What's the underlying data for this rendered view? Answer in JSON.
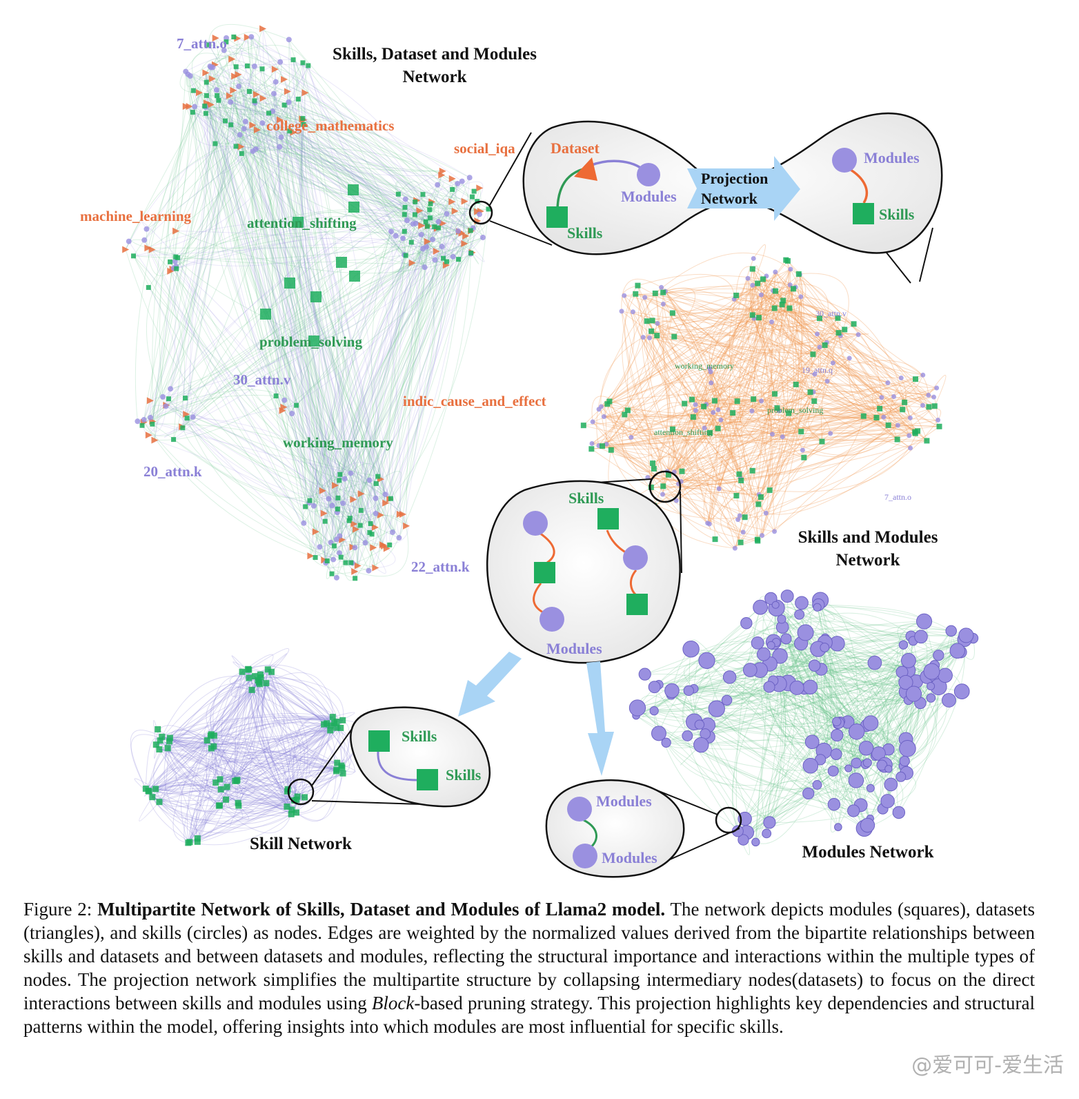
{
  "figure": {
    "main_network": {
      "title_line1": "Skills, Dataset and Modules",
      "title_line2": "Network",
      "dataset_labels": [
        "college_mathematics",
        "social_iqa",
        "machine_learning",
        "indic_cause_and_effect"
      ],
      "skill_labels": [
        "attention_shifting",
        "problem_solving",
        "working_memory"
      ],
      "module_labels": [
        "7_attn.o",
        "30_attn.v",
        "20_attn.k",
        "22_attn.k"
      ]
    },
    "projection_inset": {
      "dataset": "Dataset",
      "modules": "Modules",
      "skills": "Skills",
      "arrow_line1": "Projection",
      "arrow_line2": "Network",
      "right_modules": "Modules",
      "right_skills": "Skills"
    },
    "skills_modules_network": {
      "title_line1": "Skills and Modules",
      "title_line2": "Network",
      "node_labels": [
        "30_attn.v",
        "working_memory",
        "19_attn.q",
        "problem_solving",
        "attention_shifting",
        "7_attn.o"
      ]
    },
    "middle_inset": {
      "skills": "Skills",
      "modules": "Modules"
    },
    "skill_network": {
      "title": "Skill Network",
      "inset_a": "Skills",
      "inset_b": "Skills"
    },
    "modules_network": {
      "title": "Modules Network",
      "inset_a": "Modules",
      "inset_b": "Modules"
    },
    "colors": {
      "dataset": "#e8703f",
      "skill": "#2f9a55",
      "module": "#8a80d6",
      "skill_fill": "#1fae5e",
      "module_fill": "#9a90e0",
      "arrow": "#a9d4f5"
    }
  },
  "caption": {
    "prefix": "Figure 2: ",
    "bold": "Multipartite Network of Skills, Dataset and Modules of Llama2 model.",
    "text1": " The network depicts modules (squares), datasets (triangles), and skills (circles) as nodes. Edges are weighted by the normalized values derived from the bipartite relationships between skills and datasets and between datasets and modules, reflecting the structural importance and interactions within the multiple types of nodes. The projection network simplifies the multipartite structure by collapsing intermediary nodes(datasets) to focus on the direct interactions between skills and modules using ",
    "italic": "Block",
    "text2": "-based pruning strategy. This projection highlights key dependencies and structural patterns within the model, offering insights into which modules are most influential for specific skills."
  },
  "watermark": "@爱可可-爱生活"
}
